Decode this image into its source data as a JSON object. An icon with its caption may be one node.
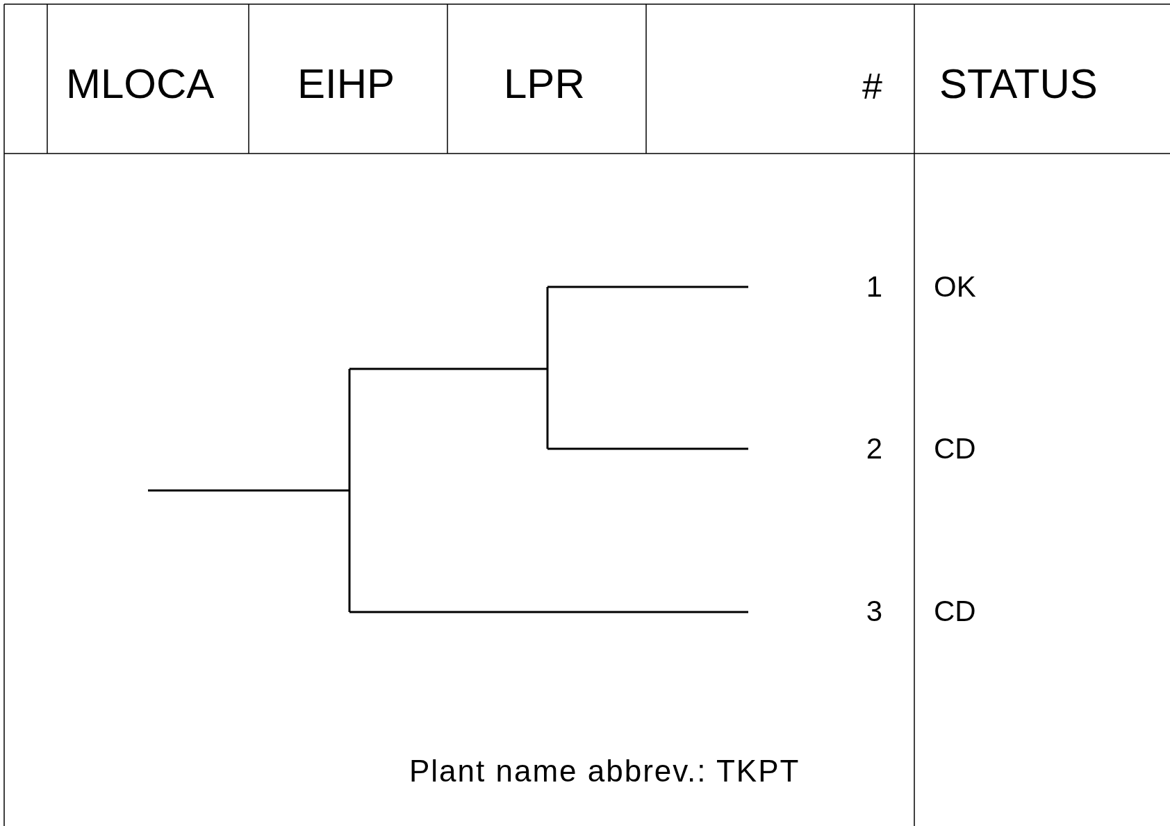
{
  "diagram": {
    "labels": [
      "MLOCA",
      "EIHP",
      "LPR",
      "#",
      "STATUS",
      "1",
      "OK",
      "2",
      "CD",
      "3",
      "CD",
      "Plant name abbrev.: TKPT"
    ]
  }
}
